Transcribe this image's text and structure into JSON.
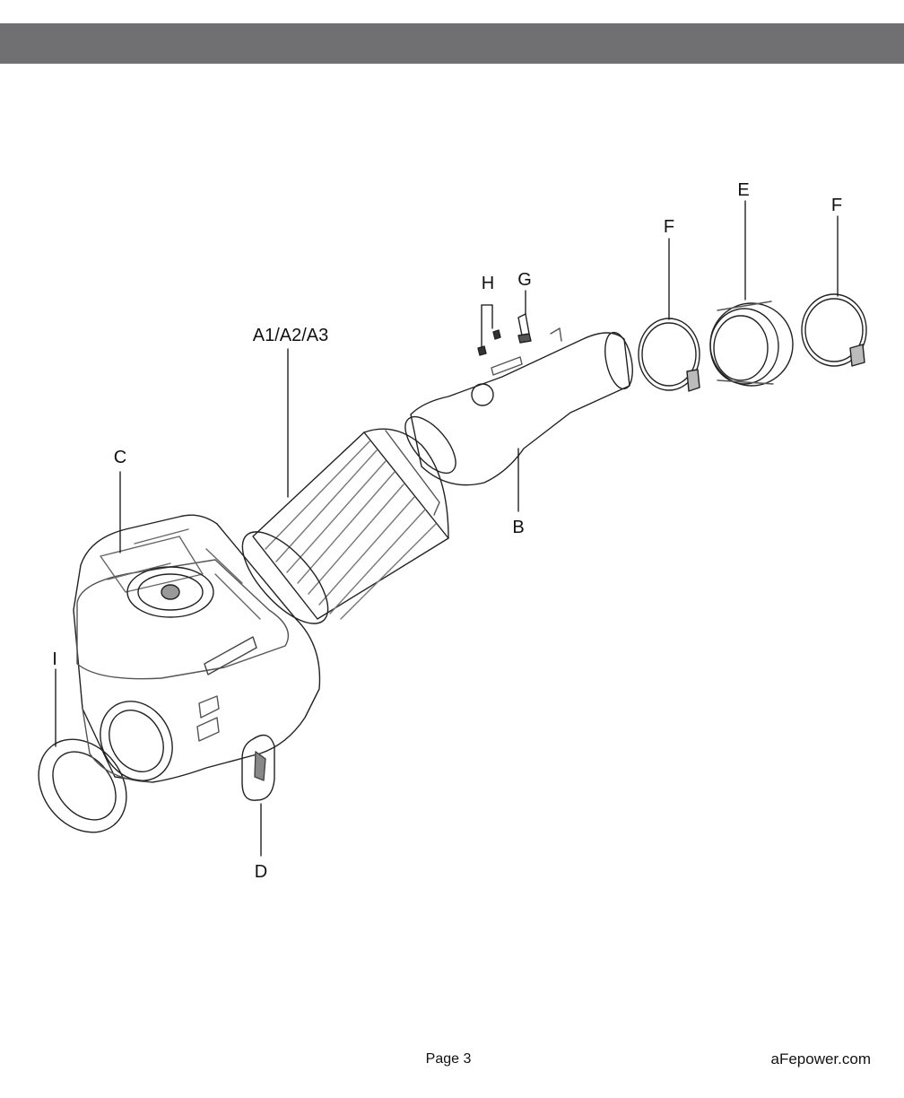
{
  "callouts": {
    "a": "A1/A2/A3",
    "b": "B",
    "c": "C",
    "d": "D",
    "e": "E",
    "f1": "F",
    "f2": "F",
    "g": "G",
    "h": "H",
    "i": "I"
  },
  "footer": {
    "page": "Page 3",
    "site": "aFepower.com"
  }
}
